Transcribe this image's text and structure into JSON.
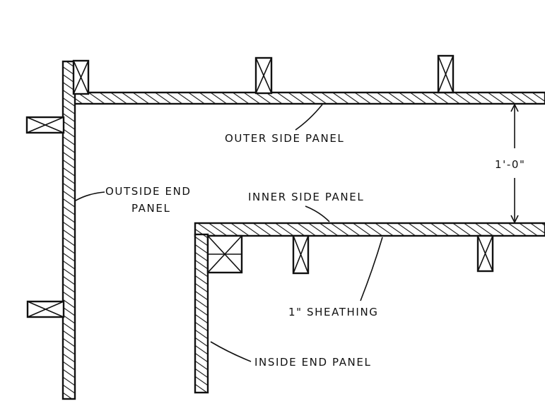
{
  "labels": {
    "outer_side_panel": "OUTER SIDE PANEL",
    "outside_end_panel_line1": "OUTSIDE END",
    "outside_end_panel_line2": "PANEL",
    "inner_side_panel": "INNER SIDE PANEL",
    "dimension": "1'-0\"",
    "sheathing": "1\" SHEATHING",
    "inside_end_panel": "INSIDE END PANEL"
  },
  "colors": {
    "ink": "#111111",
    "paper": "#ffffff"
  }
}
